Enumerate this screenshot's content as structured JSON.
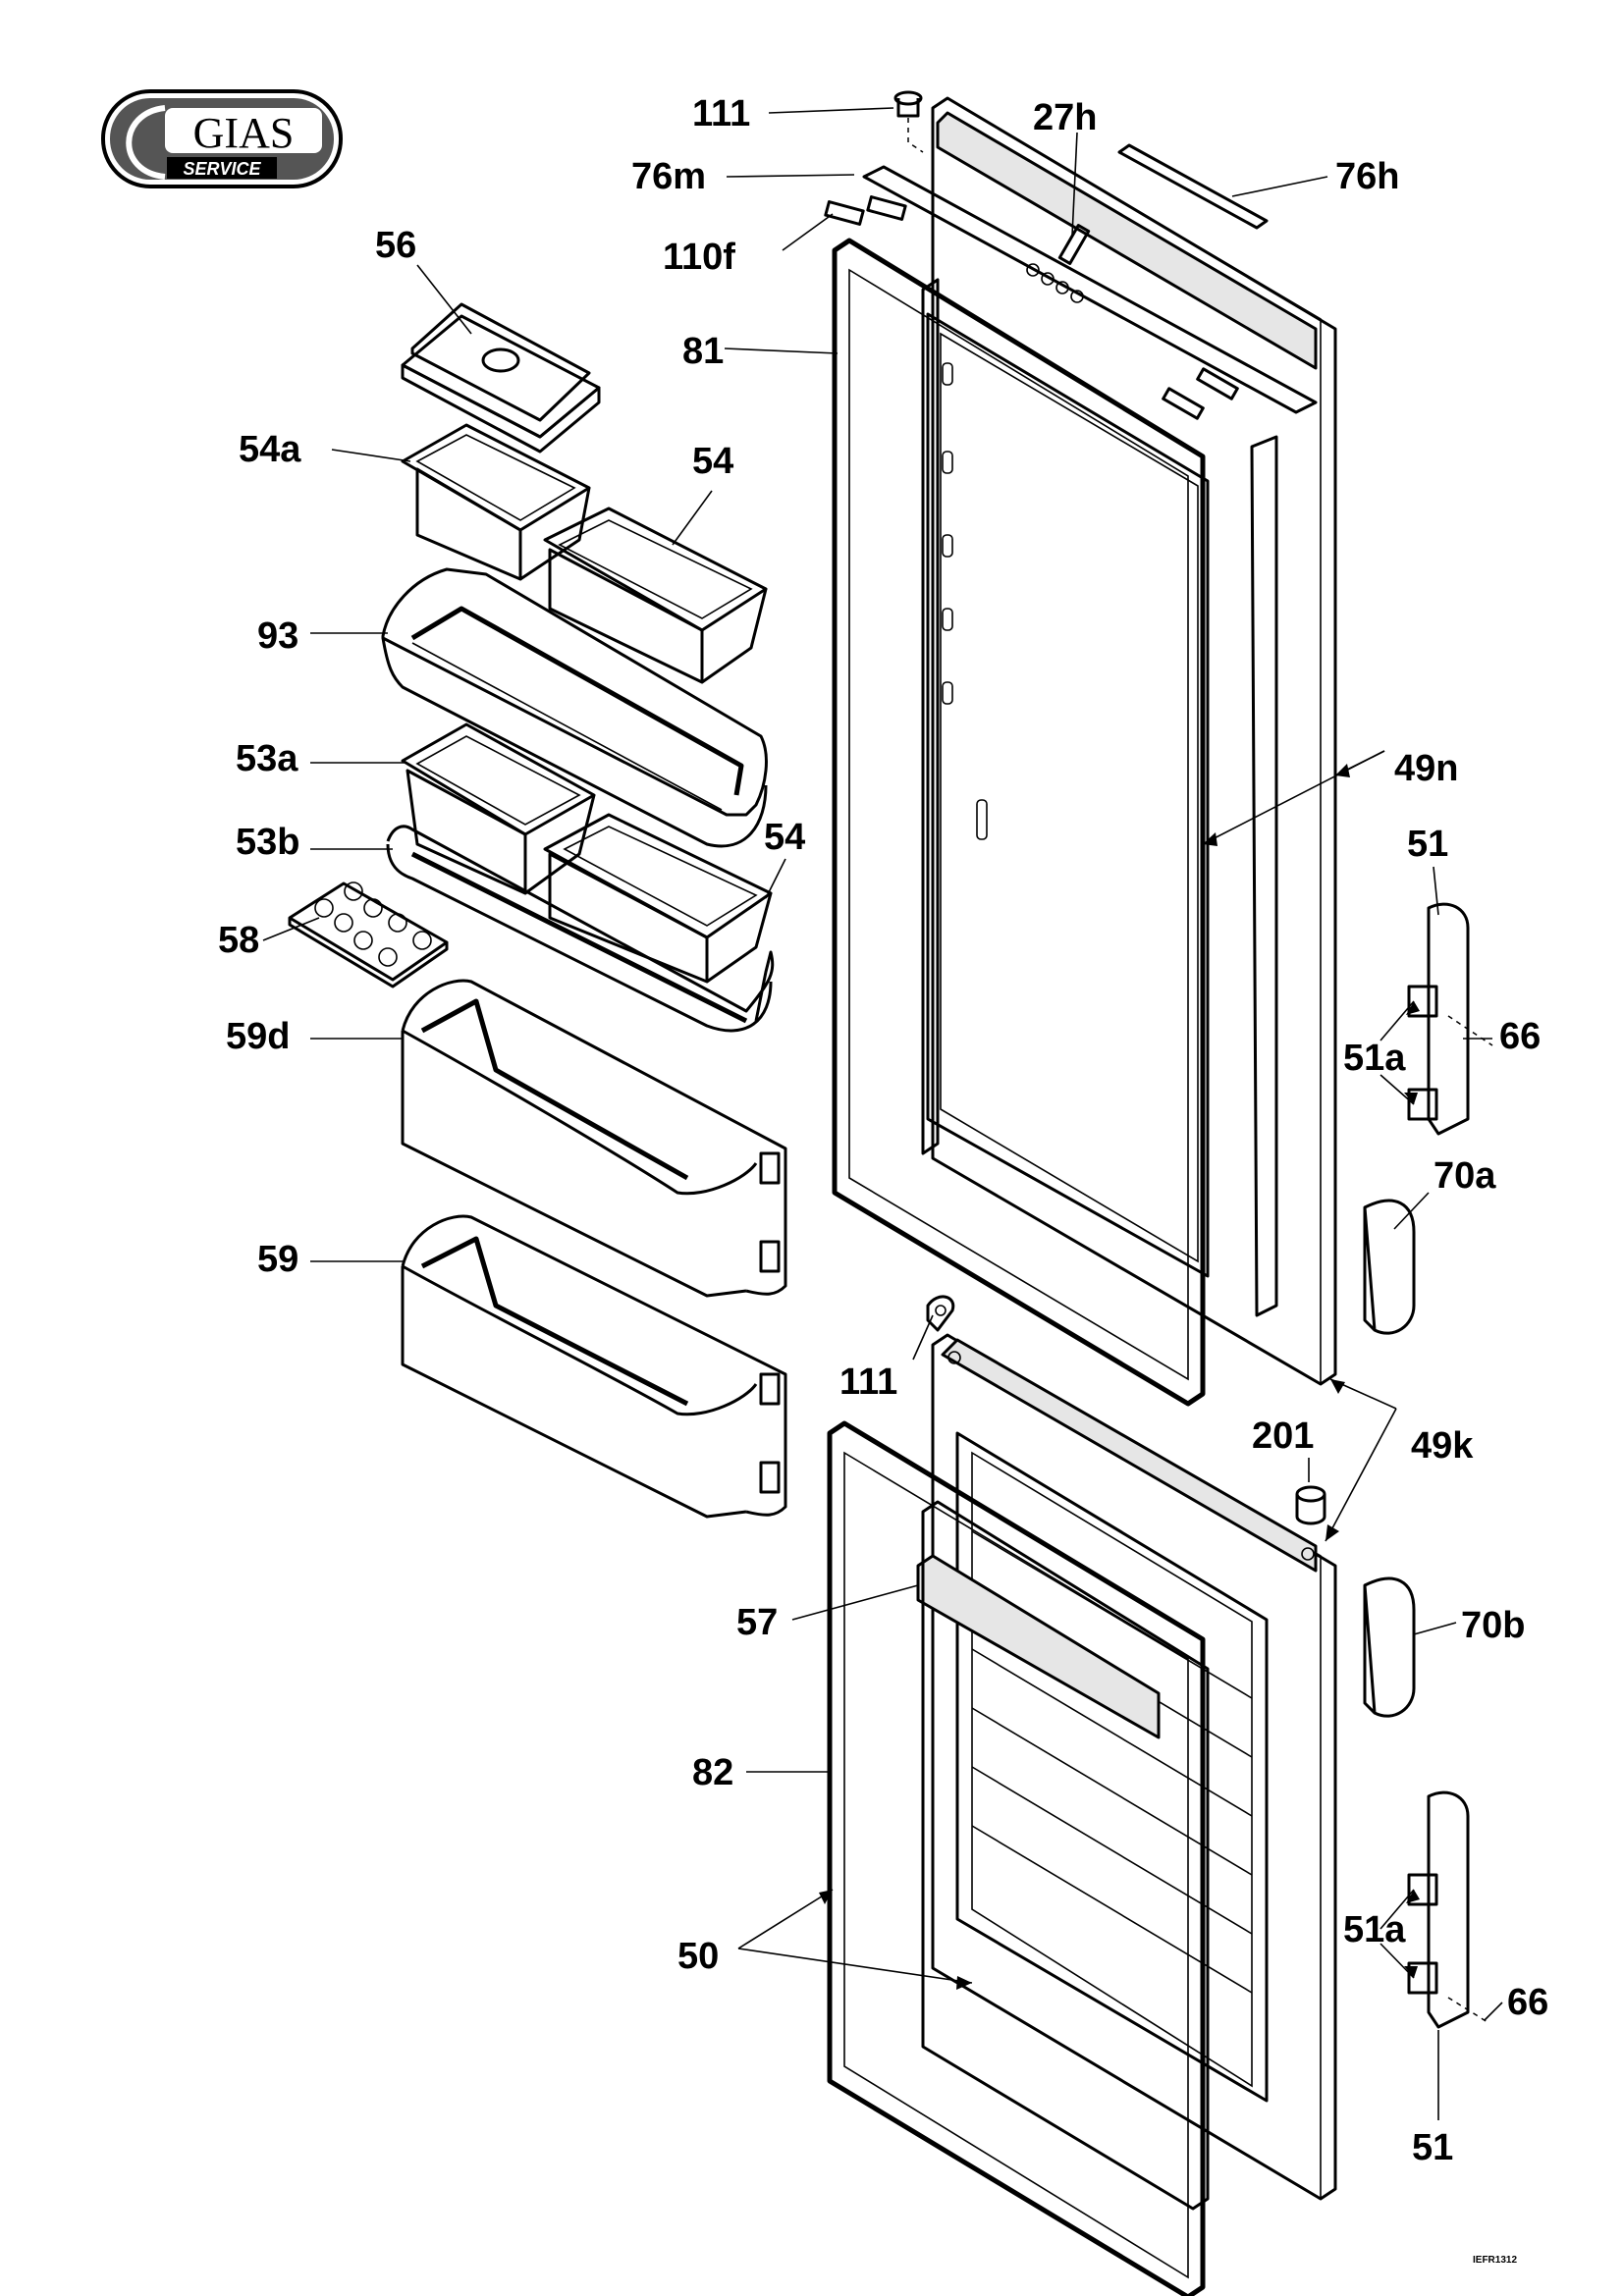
{
  "logo": {
    "brand": "GIAS",
    "tagline": "SERVICE"
  },
  "drawing_code": "IEFR1312",
  "parts": {
    "p111_top": "111",
    "p27h": "27h",
    "p76m": "76m",
    "p76h": "76h",
    "p110f": "110f",
    "p56": "56",
    "p81": "81",
    "p54a": "54a",
    "p54_top": "54",
    "p93": "93",
    "p49n": "49n",
    "p53a": "53a",
    "p53b": "53b",
    "p54_mid": "54",
    "p51_top": "51",
    "p58": "58",
    "p59d": "59d",
    "p66_top": "66",
    "p51a_top": "51a",
    "p70a": "70a",
    "p59": "59",
    "p111_mid": "111",
    "p201": "201",
    "p49k": "49k",
    "p70b": "70b",
    "p57": "57",
    "p82": "82",
    "p51a_bot": "51a",
    "p50": "50",
    "p66_bot": "66",
    "p51_bot": "51"
  }
}
